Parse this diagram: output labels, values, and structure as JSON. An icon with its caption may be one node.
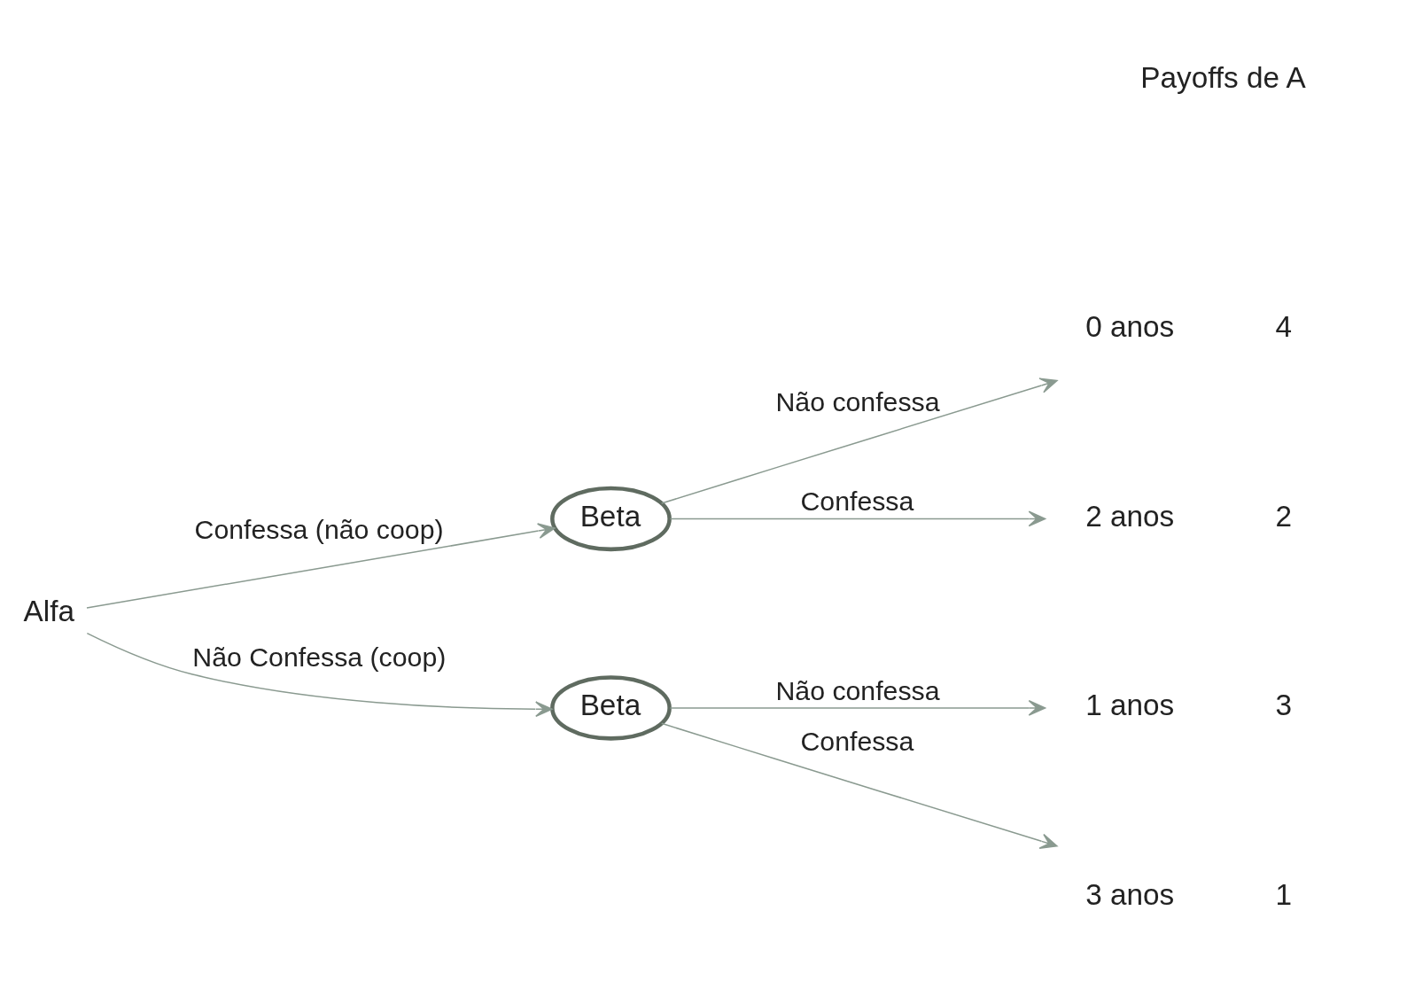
{
  "diagram": {
    "nodes": [
      {
        "text": [
          "Alfa"
        ]
      },
      {
        "text": [
          "Beta"
        ]
      },
      {
        "text": [
          "Beta"
        ]
      },
      {
        "text": [
          "0 anos"
        ],
        "beside": [
          "4"
        ]
      },
      {
        "text": [
          "2 anos"
        ],
        "beside": [
          "2"
        ]
      },
      {
        "text": [
          "1 anos"
        ],
        "beside": [
          "3"
        ]
      },
      {
        "text": [
          "3 anos"
        ],
        "beside": [
          "1"
        ]
      }
    ],
    "edges": [
      {
        "from": 0,
        "to": 1,
        "arrow": "to",
        "label": "Confessa (não coop)"
      },
      {
        "from": 0,
        "to": 2,
        "arrow": "to",
        "label": "Não Confessa (coop)"
      },
      {
        "from": 1,
        "to": 3,
        "arrow": "to",
        "label": "Não confessa"
      },
      {
        "from": 1,
        "to": 4,
        "arrow": "to",
        "label": "Confessa"
      },
      {
        "from": 2,
        "to": 5,
        "arrow": "to",
        "label": "Não confessa"
      },
      {
        "from": 2,
        "to": 6,
        "arrow": "to",
        "label": "Confessa"
      }
    ],
    "labels": [
      "Payoffs de A"
    ]
  }
}
